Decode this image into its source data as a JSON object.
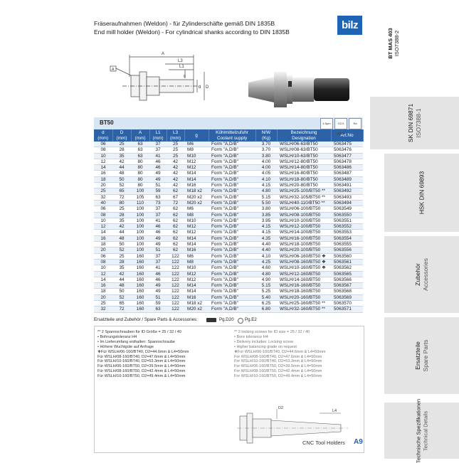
{
  "header": {
    "title_de": "Fräseraufnahmen (Weldon) - für Zylinderschäfte gemäß DIN 1835B",
    "title_en": "End mill holder (Weldon) - For cylindrical shanks according to DIN 1835B",
    "logo": "bilz"
  },
  "standard_top": {
    "line1": "BT MAS 403",
    "line2": "ISO7388-2"
  },
  "side_tabs": [
    {
      "line1": "SK DIN 69871",
      "line2": "ISO7388-1"
    },
    {
      "line1": "HSK DIN 69893",
      "line2": ""
    },
    {
      "line1": "Zubehör",
      "line2": "Accessories"
    },
    {
      "line1": "Ersatzteile",
      "line2": "Spare Parts"
    },
    {
      "line1": "Technische Spezifikationen",
      "line2": "Technical Details"
    }
  ],
  "drawing": {
    "labels": [
      "A",
      "L3",
      "L1",
      "g",
      "d",
      "D",
      "A"
    ]
  },
  "table": {
    "section": "BT50",
    "icons": [
      "4.5µm",
      "G2.5 18000",
      "Ra"
    ],
    "columns": [
      {
        "de": "d",
        "en": "(mm)"
      },
      {
        "de": "D",
        "en": "(mm)"
      },
      {
        "de": "A",
        "en": "(mm)"
      },
      {
        "de": "L1",
        "en": "(mm)"
      },
      {
        "de": "L3",
        "en": "(mm)"
      },
      {
        "de": "g",
        "en": ""
      },
      {
        "de": "Kühlmittelzufuhr",
        "en": "Coolant supply"
      },
      {
        "de": "N/W",
        "en": "(Kg)"
      },
      {
        "de": "Bezeichnung",
        "en": "Designation"
      },
      {
        "de": "Art.No",
        "en": ""
      }
    ],
    "rows": [
      [
        "06",
        "25",
        "63",
        "37",
        "25",
        "M6",
        "Form \"A,D/B\"",
        "3.70",
        "WSLH/06-63/BT50",
        "5063475"
      ],
      [
        "08",
        "28",
        "63",
        "37",
        "25",
        "M8",
        "Form \"A,D/B\"",
        "3.70",
        "WSLH/08-63/BT50",
        "5063476"
      ],
      [
        "10",
        "35",
        "63",
        "41",
        "25",
        "M10",
        "Form \"A,D/B\"",
        "3.80",
        "WSLH/10-63/BT50",
        "5063477"
      ],
      [
        "12",
        "42",
        "80",
        "46",
        "42",
        "M12",
        "Form \"A,D/B\"",
        "4.00",
        "WSLH/12-80/BT50",
        "5063478"
      ],
      [
        "14",
        "44",
        "80",
        "46",
        "42",
        "M12",
        "Form \"A,D/B\"",
        "4.00",
        "WSLH/14-80/BT50",
        "5063486"
      ],
      [
        "16",
        "48",
        "80",
        "49",
        "42",
        "M14",
        "Form \"A,D/B\"",
        "4.05",
        "WSLH/16-80/BT50",
        "5063487"
      ],
      [
        "18",
        "50",
        "80",
        "49",
        "42",
        "M14",
        "Form \"A,D/B\"",
        "4.10",
        "WSLH/18-80/BT50",
        "5063489"
      ],
      [
        "20",
        "52",
        "80",
        "51",
        "42",
        "M16",
        "Form \"A,D/B\"",
        "4.15",
        "WSLH/20-80/BT50",
        "5063491"
      ],
      [
        "25",
        "65",
        "100",
        "59",
        "62",
        "M18 x2",
        "Form \"A,D/B\"",
        "4.80",
        "WSLH/25-100/BT50 **",
        "5063492"
      ],
      [
        "32",
        "72",
        "105",
        "63",
        "67",
        "M20 x2",
        "Form \"A,D/B\"",
        "5.15",
        "WSLH/32-105/BT50 **",
        "5063493"
      ],
      [
        "40",
        "80",
        "110",
        "73",
        "72",
        "M20 x2",
        "Form \"A,D/B\"",
        "5.50",
        "WSLH/40-110/BT50 **",
        "5063494"
      ],
      [
        "06",
        "25",
        "100",
        "37",
        "62",
        "M6",
        "Form \"A,D/B\"",
        "3.80",
        "WSLH/06-100/BT50",
        "5063549"
      ],
      [
        "08",
        "28",
        "100",
        "37",
        "62",
        "M8",
        "Form \"A,D/B\"",
        "3.85",
        "WSLH/08-100/BT50",
        "5063550"
      ],
      [
        "10",
        "35",
        "100",
        "41",
        "62",
        "M10",
        "Form \"A,D/B\"",
        "3.95",
        "WSLH/10-100/BT50",
        "5063551"
      ],
      [
        "12",
        "42",
        "100",
        "46",
        "62",
        "M12",
        "Form \"A,D/B\"",
        "4.15",
        "WSLH/12-100/BT50",
        "5063552"
      ],
      [
        "14",
        "44",
        "100",
        "46",
        "62",
        "M12",
        "Form \"A,D/B\"",
        "4.15",
        "WSLH/14-100/BT50",
        "5063553"
      ],
      [
        "16",
        "48",
        "100",
        "49",
        "62",
        "M14",
        "Form \"A,D/B\"",
        "4.35",
        "WSLH/16-100/BT50",
        "5063554"
      ],
      [
        "18",
        "50",
        "100",
        "49",
        "62",
        "M14",
        "Form \"A,D/B\"",
        "4.40",
        "WSLH/18-100/BT50",
        "5063555"
      ],
      [
        "20",
        "52",
        "100",
        "51",
        "62",
        "M16",
        "Form \"A,D/B\"",
        "4.40",
        "WSLH/20-100/BT50",
        "5063556"
      ],
      [
        "06",
        "25",
        "160",
        "37",
        "122",
        "M6",
        "Form \"A,D/B\"",
        "4.10",
        "WSLH/06-160/BT50 ❖",
        "5063560"
      ],
      [
        "08",
        "28",
        "160",
        "37",
        "122",
        "M8",
        "Form \"A,D/B\"",
        "4.25",
        "WSLH/08-160/BT50 ❖",
        "5063561"
      ],
      [
        "10",
        "35",
        "160",
        "41",
        "122",
        "M10",
        "Form \"A,D/B\"",
        "4.60",
        "WSLH/10-160/BT50 ❖",
        "5063562"
      ],
      [
        "12",
        "42",
        "160",
        "46",
        "122",
        "M12",
        "Form \"A,D/B\"",
        "4.80",
        "WSLH/12-160/BT50",
        "5063565"
      ],
      [
        "14",
        "44",
        "160",
        "46",
        "122",
        "M12",
        "Form \"A,D/B\"",
        "4.90",
        "WSLH/14-160/BT50",
        "5063566"
      ],
      [
        "16",
        "48",
        "160",
        "49",
        "122",
        "M14",
        "Form \"A,D/B\"",
        "5.15",
        "WSLH/16-160/BT50",
        "5063567"
      ],
      [
        "18",
        "50",
        "160",
        "49",
        "122",
        "M14",
        "Form \"A,D/B\"",
        "5.25",
        "WSLH/18-160/BT50",
        "5063568"
      ],
      [
        "20",
        "52",
        "160",
        "51",
        "122",
        "M16",
        "Form \"A,D/B\"",
        "5.40",
        "WSLH/20-160/BT50",
        "5063569"
      ],
      [
        "25",
        "65",
        "160",
        "59",
        "122",
        "M18 x2",
        "Form \"A,D/B\"",
        "6.25",
        "WSLH/25-160/BT50 **",
        "5063570"
      ],
      [
        "32",
        "72",
        "160",
        "63",
        "122",
        "M20 x2",
        "Form \"A,D/B\"",
        "6.80",
        "WSLH/32-160/BT50 **",
        "5063571"
      ]
    ]
  },
  "accessories": {
    "label": "Ersatzteile und Zubehör / Spare Parts & Accessories:",
    "item1": "Pg.D20",
    "item2": "Pg.E2"
  },
  "notes_de": [
    "** 2 Spannschrauben für ID Größe = 25 / 32 / 40",
    "• Bohrungstoleranz H4",
    "• Im Lieferumfang enthalten: Spannschraube",
    "• Höhere Wuchtgüte auf Anfrage",
    "❖Für WSLH/06-160/BT40, D2=44.6mm & L4=50mm",
    "   Für WSLH/08-160/BT40, D2=47.6mm & L4=50mm",
    "   Für WSLH/10-160/BT40, D2=53.3mm & L4=50mm",
    "   Für WSLH/06-160/BT50, D2=39.5mm & L4=50mm",
    "   Für WSLH/08-160/BT50, D2=42.4mm & L4=50mm",
    "   Für WSLH/10-160/BT50, D2=49.4mm & L4=50mm"
  ],
  "notes_en": [
    "** 2 locking screws for ID size = 25 / 32 / 40",
    "• Bore tolerance H4",
    "• Delivery includes: Locking screw",
    "• Higher balancing grade on request",
    "❖For WSLH/06-160/BT40, D2=44.6mm & L4=50mm",
    "   For WSLH/08-160/BT40, D2=47.6mm & L4=50mm",
    "   For WSLH/10-160/BT40, D2=53.3mm & L4=50mm",
    "   For WSLH/06-160/BT50, D2=39.5mm & L4=50mm",
    "   For WSLH/08-160/BT50, D2=42.4mm & L4=50mm",
    "   For WSLH/10-160/BT50, D2=49.4mm & L4=50mm"
  ],
  "small_drawing": {
    "labels": [
      "D2",
      "L4"
    ]
  },
  "footer": {
    "text": "CNC Tool Holders",
    "page": "A9"
  },
  "colors": {
    "brand": "#1f63b4",
    "table_header": "#2d63a6",
    "row_alt": "#eaf1f9",
    "tab_bg": "#e4e4e4"
  }
}
